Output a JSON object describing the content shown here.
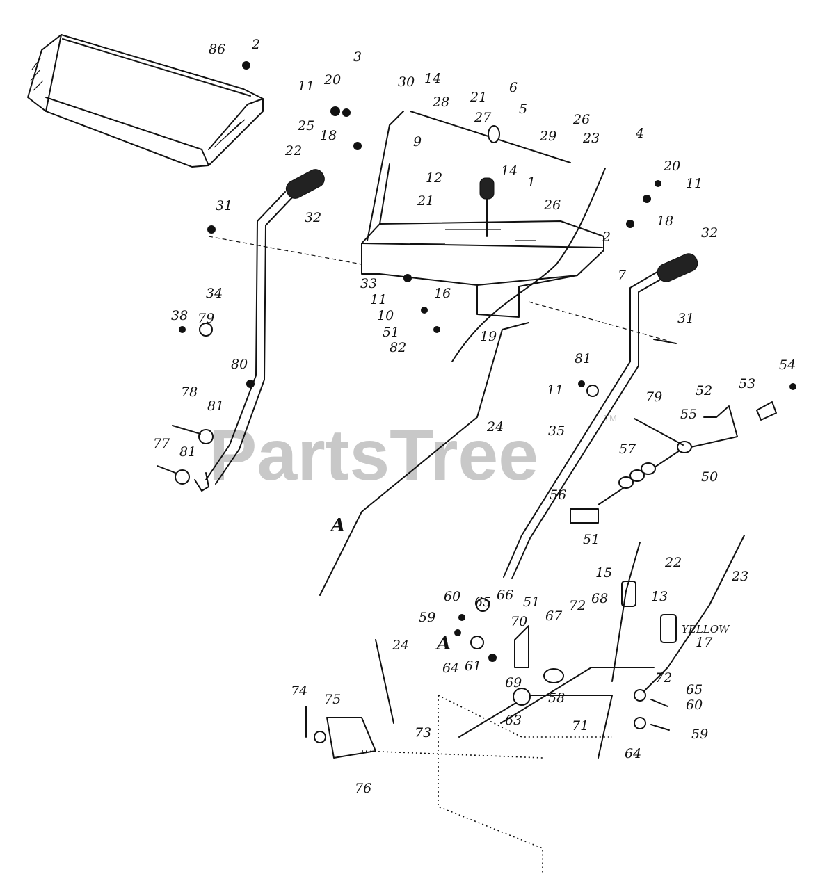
{
  "watermark": {
    "text": "PartsTree",
    "trademark": "TM"
  },
  "annotation": {
    "yellow": "YELLOW"
  },
  "callouts": [
    {
      "id": "c86",
      "text": "86"
    },
    {
      "id": "c2a",
      "text": "2"
    },
    {
      "id": "c3",
      "text": "3"
    },
    {
      "id": "c14a",
      "text": "14"
    },
    {
      "id": "c21a",
      "text": "21"
    },
    {
      "id": "c6",
      "text": "6"
    },
    {
      "id": "c5",
      "text": "5"
    },
    {
      "id": "c26a",
      "text": "26"
    },
    {
      "id": "c11a",
      "text": "11"
    },
    {
      "id": "c20a",
      "text": "20"
    },
    {
      "id": "c30",
      "text": "30"
    },
    {
      "id": "c28",
      "text": "28"
    },
    {
      "id": "c27",
      "text": "27"
    },
    {
      "id": "c29",
      "text": "29"
    },
    {
      "id": "c23a",
      "text": "23"
    },
    {
      "id": "c4",
      "text": "4"
    },
    {
      "id": "c25",
      "text": "25"
    },
    {
      "id": "c18a",
      "text": "18"
    },
    {
      "id": "c9",
      "text": "9"
    },
    {
      "id": "c22a",
      "text": "22"
    },
    {
      "id": "c12",
      "text": "12"
    },
    {
      "id": "c14b",
      "text": "14"
    },
    {
      "id": "c20b",
      "text": "20"
    },
    {
      "id": "c11b",
      "text": "11"
    },
    {
      "id": "c21b",
      "text": "21"
    },
    {
      "id": "c1",
      "text": "1"
    },
    {
      "id": "c31a",
      "text": "31"
    },
    {
      "id": "c32a",
      "text": "32"
    },
    {
      "id": "c26b",
      "text": "26"
    },
    {
      "id": "c18b",
      "text": "18"
    },
    {
      "id": "c2b",
      "text": "2"
    },
    {
      "id": "c32b",
      "text": "32"
    },
    {
      "id": "c7",
      "text": "7"
    },
    {
      "id": "c33",
      "text": "33"
    },
    {
      "id": "c11c",
      "text": "11"
    },
    {
      "id": "c34",
      "text": "34"
    },
    {
      "id": "c16",
      "text": "16"
    },
    {
      "id": "c10",
      "text": "10"
    },
    {
      "id": "c38",
      "text": "38"
    },
    {
      "id": "c79a",
      "text": "79"
    },
    {
      "id": "c51a",
      "text": "51"
    },
    {
      "id": "c19",
      "text": "19"
    },
    {
      "id": "c82",
      "text": "82"
    },
    {
      "id": "c31b",
      "text": "31"
    },
    {
      "id": "c80",
      "text": "80"
    },
    {
      "id": "c81a",
      "text": "81"
    },
    {
      "id": "c11d",
      "text": "11"
    },
    {
      "id": "c54",
      "text": "54"
    },
    {
      "id": "c52",
      "text": "52"
    },
    {
      "id": "c53",
      "text": "53"
    },
    {
      "id": "c78",
      "text": "78"
    },
    {
      "id": "c81b",
      "text": "81"
    },
    {
      "id": "c79b",
      "text": "79"
    },
    {
      "id": "c24a",
      "text": "24"
    },
    {
      "id": "c35",
      "text": "35"
    },
    {
      "id": "c55",
      "text": "55"
    },
    {
      "id": "c57",
      "text": "57"
    },
    {
      "id": "c77",
      "text": "77"
    },
    {
      "id": "c81c",
      "text": "81"
    },
    {
      "id": "c50",
      "text": "50"
    },
    {
      "id": "c56",
      "text": "56"
    },
    {
      "id": "cA1",
      "text": "A"
    },
    {
      "id": "c51b",
      "text": "51"
    },
    {
      "id": "c22b",
      "text": "22"
    },
    {
      "id": "c23b",
      "text": "23"
    },
    {
      "id": "c15",
      "text": "15"
    },
    {
      "id": "c13",
      "text": "13"
    },
    {
      "id": "c60a",
      "text": "60"
    },
    {
      "id": "c66",
      "text": "66"
    },
    {
      "id": "c65a",
      "text": "65"
    },
    {
      "id": "c51c",
      "text": "51"
    },
    {
      "id": "c72a",
      "text": "72"
    },
    {
      "id": "c68",
      "text": "68"
    },
    {
      "id": "c59a",
      "text": "59"
    },
    {
      "id": "c70",
      "text": "70"
    },
    {
      "id": "c67",
      "text": "67"
    },
    {
      "id": "c17",
      "text": "17"
    },
    {
      "id": "c24b",
      "text": "24"
    },
    {
      "id": "cA2",
      "text": "A"
    },
    {
      "id": "c64a",
      "text": "64"
    },
    {
      "id": "c61",
      "text": "61"
    },
    {
      "id": "c69",
      "text": "69"
    },
    {
      "id": "c72b",
      "text": "72"
    },
    {
      "id": "c65b",
      "text": "65"
    },
    {
      "id": "c58",
      "text": "58"
    },
    {
      "id": "c60b",
      "text": "60"
    },
    {
      "id": "c74",
      "text": "74"
    },
    {
      "id": "c75",
      "text": "75"
    },
    {
      "id": "c63",
      "text": "63"
    },
    {
      "id": "c71",
      "text": "71"
    },
    {
      "id": "c59b",
      "text": "59"
    },
    {
      "id": "c73",
      "text": "73"
    },
    {
      "id": "c64b",
      "text": "64"
    },
    {
      "id": "c76",
      "text": "76"
    }
  ]
}
